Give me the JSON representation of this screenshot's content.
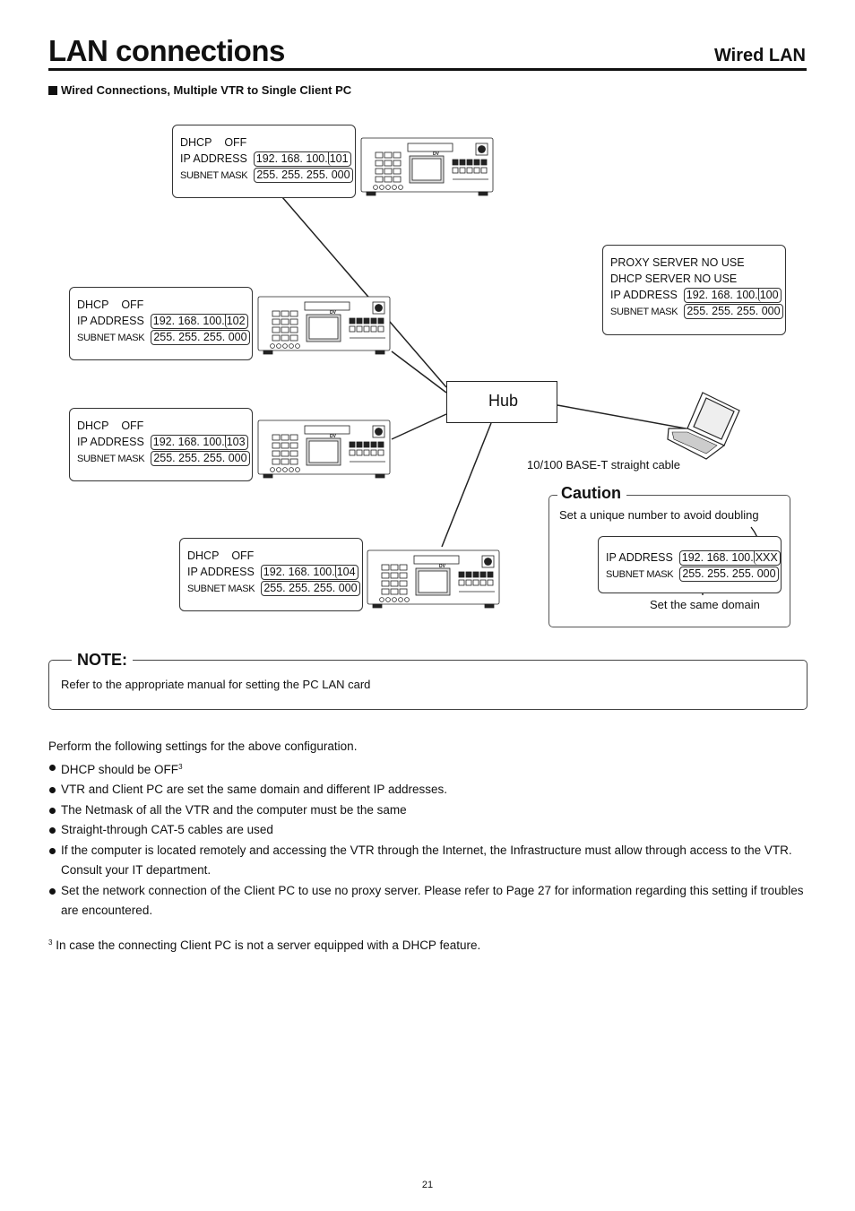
{
  "header": {
    "title": "LAN connections",
    "subtitle": "Wired LAN"
  },
  "section_title": "Wired Connections, Multiple VTR to Single Client PC",
  "vtrs": [
    {
      "dhcp_label": "DHCP",
      "dhcp_value": "OFF",
      "ip_label": "IP  ADDRESS",
      "ip_prefix": "192. 168. 100.",
      "ip_host": "101",
      "mask_label": "SUBNET MASK",
      "mask_value": "255. 255. 255. 000"
    },
    {
      "dhcp_label": "DHCP",
      "dhcp_value": "OFF",
      "ip_label": "IP  ADDRESS",
      "ip_prefix": "192. 168. 100.",
      "ip_host": "102",
      "mask_label": "SUBNET MASK",
      "mask_value": "255. 255. 255. 000"
    },
    {
      "dhcp_label": "DHCP",
      "dhcp_value": "OFF",
      "ip_label": "IP  ADDRESS",
      "ip_prefix": "192. 168. 100.",
      "ip_host": "103",
      "mask_label": "SUBNET MASK",
      "mask_value": "255. 255. 255. 000"
    },
    {
      "dhcp_label": "DHCP",
      "dhcp_value": "OFF",
      "ip_label": "IP  ADDRESS",
      "ip_prefix": "192. 168. 100.",
      "ip_host": "104",
      "mask_label": "SUBNET MASK",
      "mask_value": "255. 255. 255. 000"
    }
  ],
  "vtr_brand": "DV",
  "pc": {
    "proxy_line": "PROXY  SERVER  NO  USE",
    "dhcp_line": "DHCP  SERVER  NO  USE",
    "ip_label": "IP  ADDRESS",
    "ip_prefix": "192. 168. 100.",
    "ip_host": "100",
    "mask_label": "SUBNET MASK",
    "mask_value": "255. 255. 255. 000"
  },
  "hub_label": "Hub",
  "cable_label": "10/100 BASE-T straight cable",
  "caution": {
    "title": "Caution",
    "subtitle": "Set a unique number to avoid doubling",
    "ip_label": "IP  ADDRESS",
    "ip_prefix": "192. 168. 100.",
    "ip_host": "XXX",
    "mask_label": "SUBNET MASK",
    "mask_value": "255. 255. 255. 000",
    "footer": "Set the same domain"
  },
  "note": {
    "title": "NOTE:",
    "text": "Refer to the appropriate manual for setting the PC LAN card"
  },
  "body": {
    "intro": "Perform the following settings for the above configuration.",
    "bullets": [
      "DHCP should be OFF",
      "VTR and Client PC are set the same domain and different IP addresses.",
      "The Netmask of all the VTR and the computer must be the same",
      "Straight-through CAT-5 cables are used",
      "If the computer is located remotely and accessing the VTR through the Internet, the Infrastructure must allow through access to the VTR. Consult your IT department.",
      "Set the network connection of the Client PC to use no proxy server. Please refer to Page 27 for information regarding this setting if troubles are encountered."
    ],
    "bullet1_sup": "3"
  },
  "footnote": {
    "mark": "3",
    "text": "In case the connecting Client PC is not a server equipped with a DHCP feature."
  },
  "page_number": "21"
}
